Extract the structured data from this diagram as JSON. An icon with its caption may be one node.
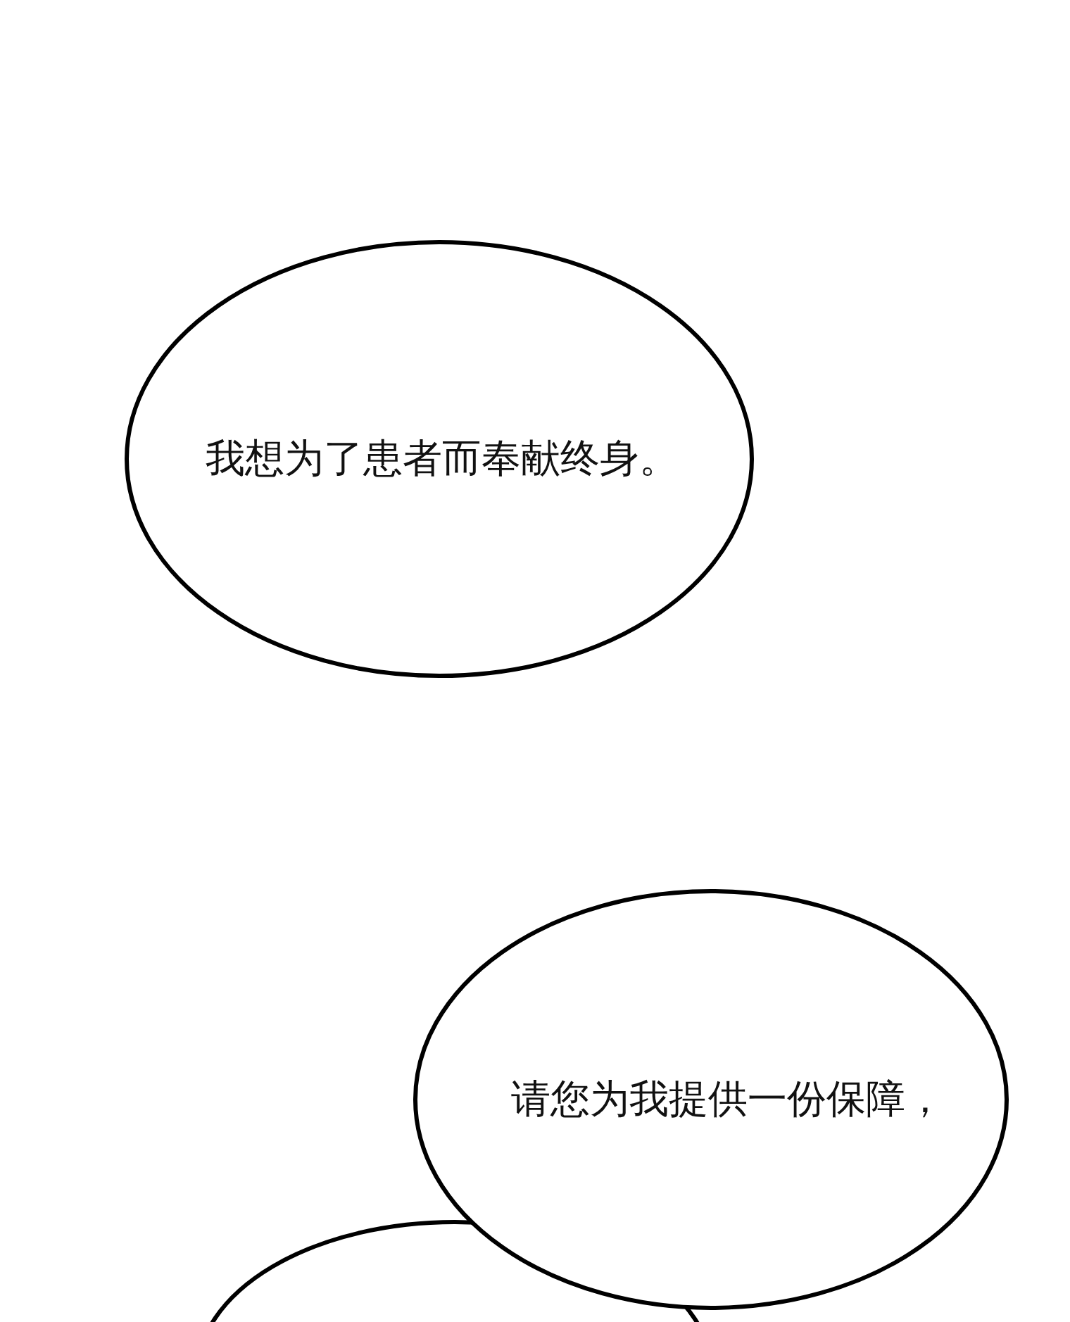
{
  "diagram": {
    "nodes": [
      {
        "text": [
          "我想为了患者而奉献终身。"
        ]
      },
      {
        "text": [
          "请您为我提供一份保障，"
        ]
      },
      {
        "text": [],
        "shape": "ellipse"
      }
    ]
  }
}
